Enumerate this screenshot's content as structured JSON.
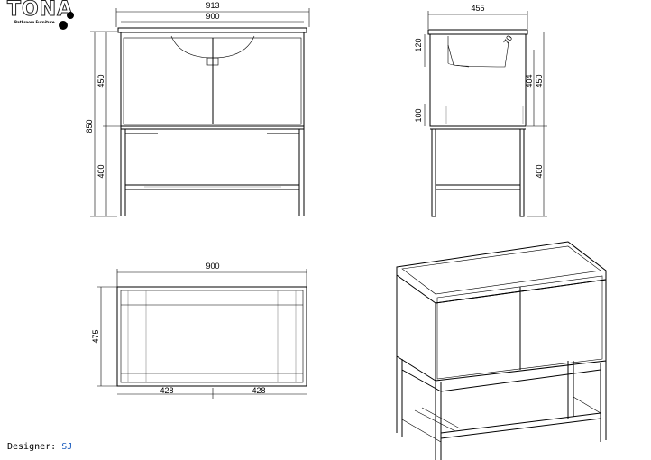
{
  "logo": {
    "name": "TONA",
    "subtitle": "Bathroom Furniture"
  },
  "front_view": {
    "overall_width": "913",
    "cabinet_width": "900",
    "total_height": "850",
    "cabinet_height": "450",
    "frame_height": "400"
  },
  "side_view": {
    "depth": "455",
    "basin_depth": "120",
    "shelf_gap": "100",
    "basin_offset": "70",
    "inner_height": "404",
    "cabinet_height": "450",
    "frame_height": "400"
  },
  "plan_view": {
    "width": "900",
    "depth": "475",
    "half_left": "428",
    "half_right": "428"
  },
  "footer": {
    "designer_label": "Designer:",
    "designer_value": "SJ"
  }
}
